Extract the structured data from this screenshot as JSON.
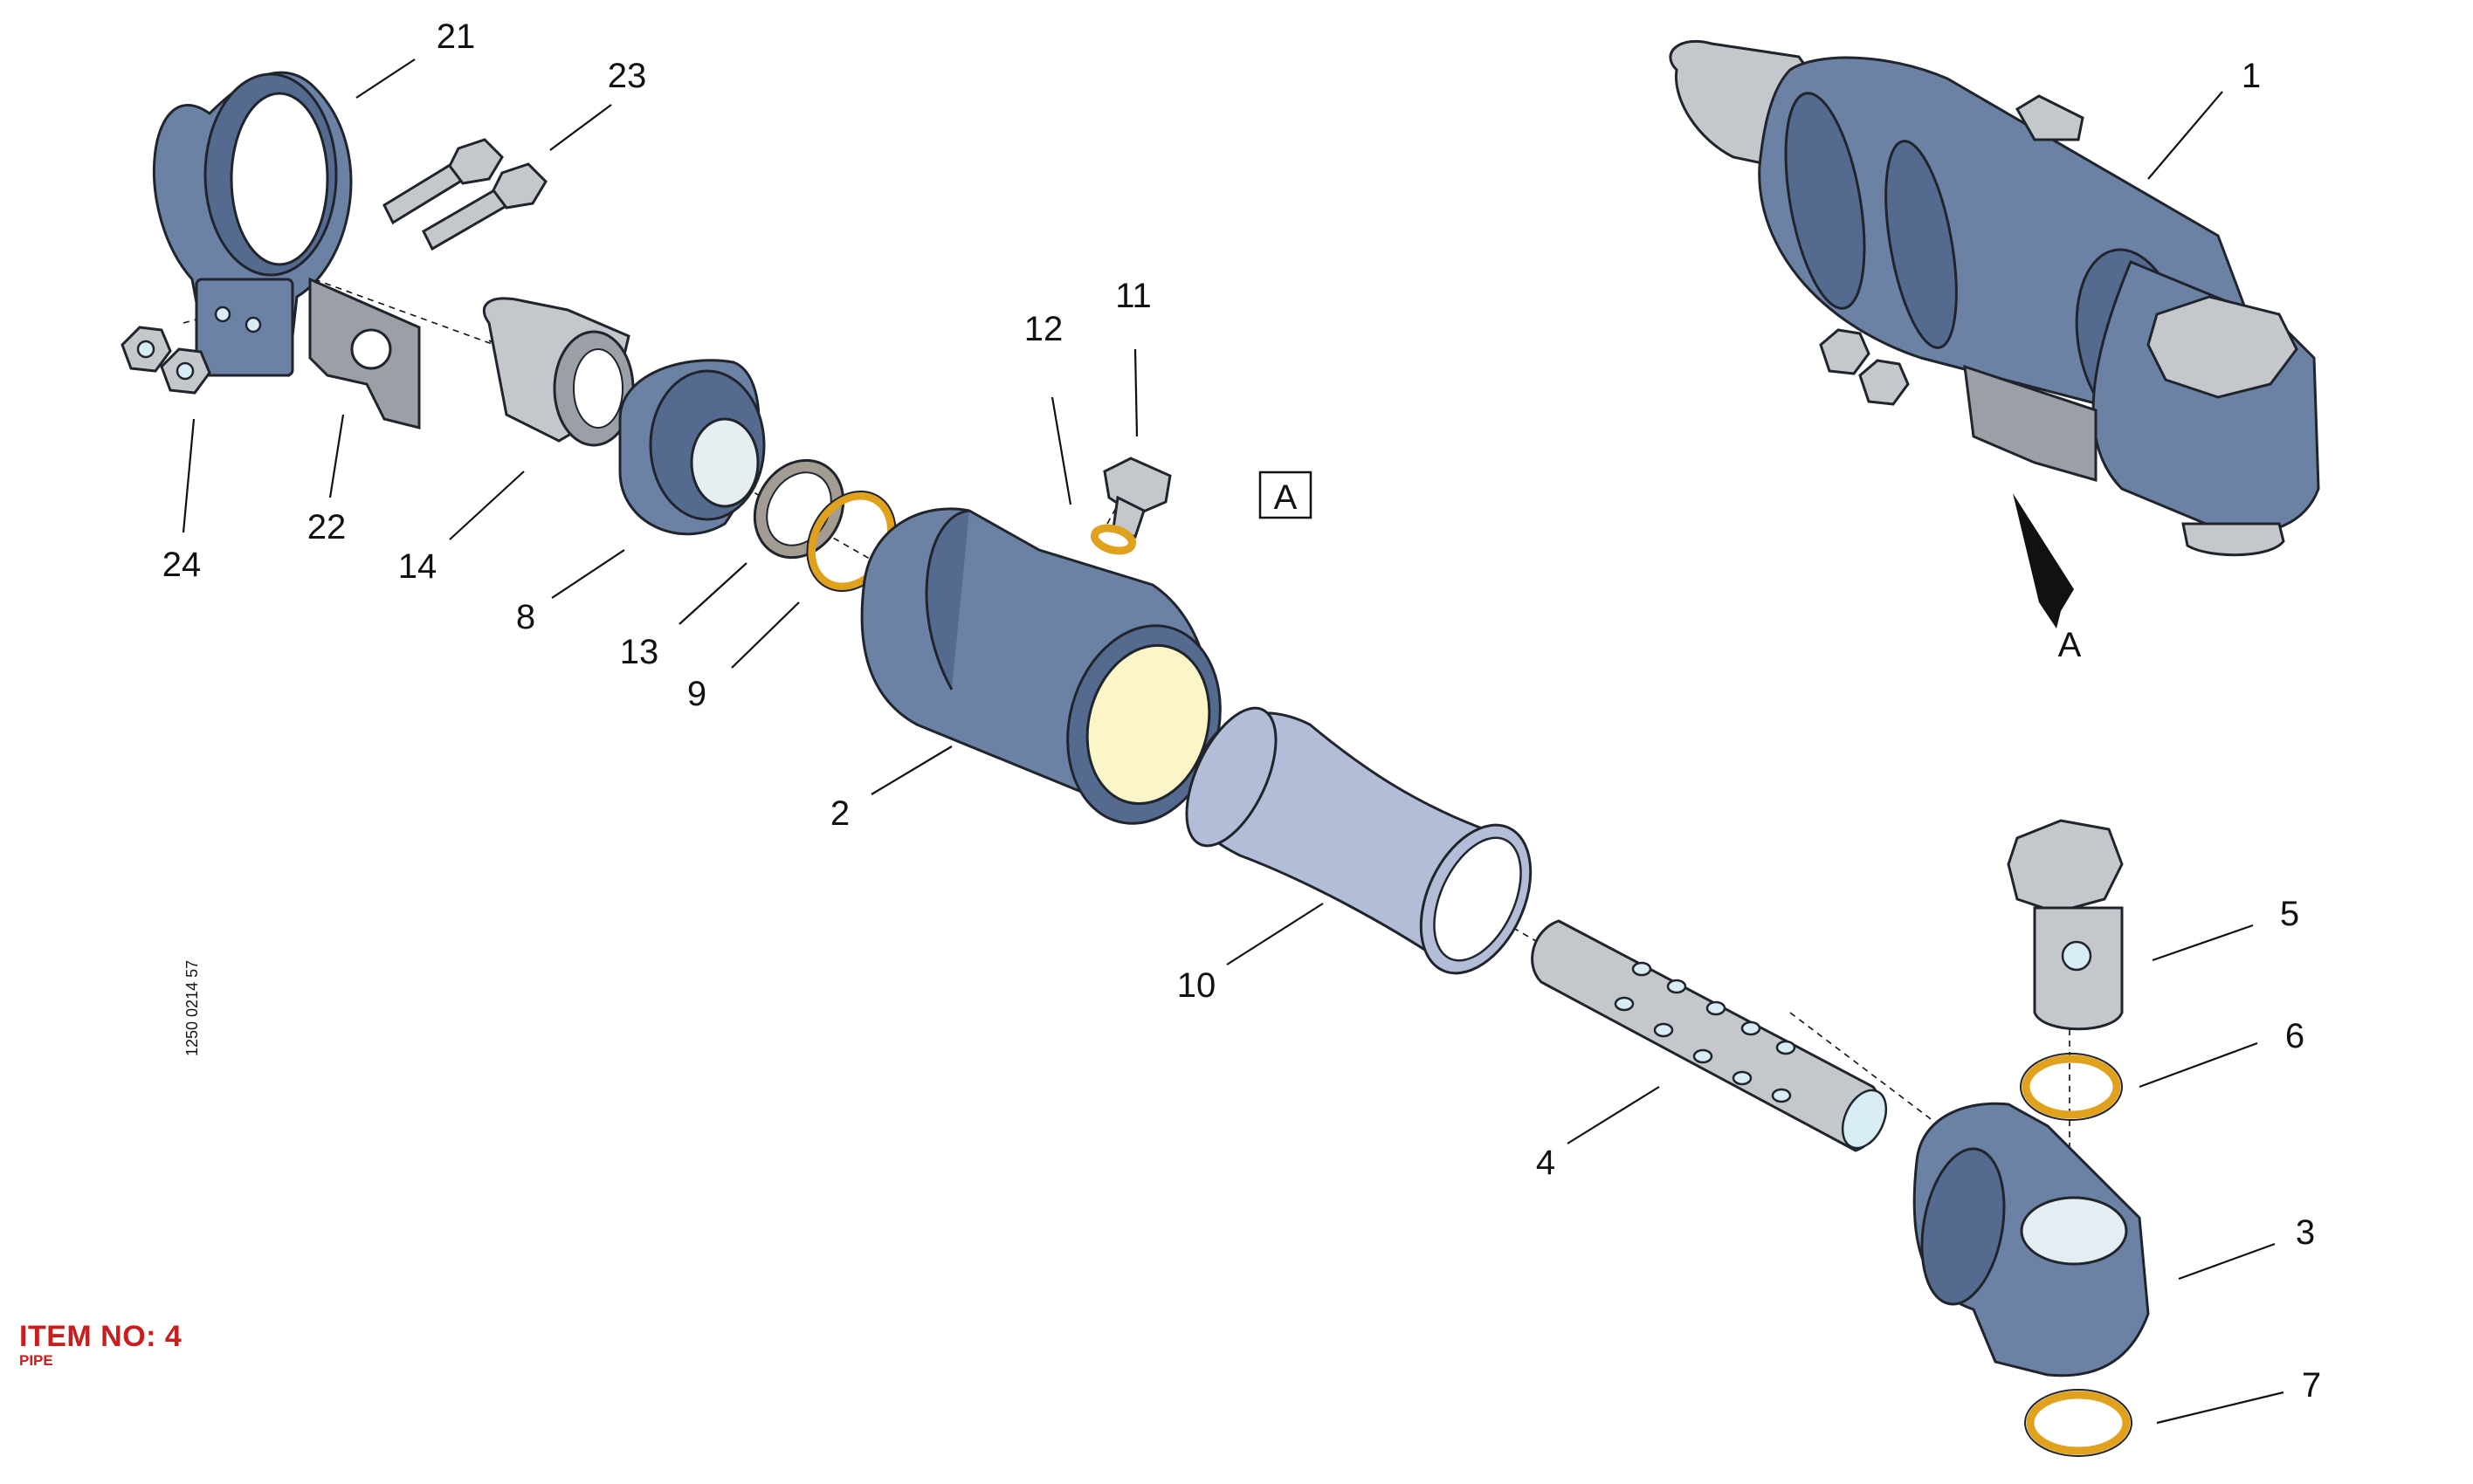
{
  "view_label": "A",
  "view_arrow_label": "A",
  "drawing_number": "1250 0214 57",
  "item_note": {
    "title": "ITEM NO: 4",
    "subtitle": "PIPE"
  },
  "callouts": [
    "1",
    "2",
    "3",
    "4",
    "5",
    "6",
    "7",
    "8",
    "9",
    "10",
    "11",
    "12",
    "13",
    "14",
    "21",
    "22",
    "23",
    "24"
  ],
  "colors": {
    "part_blue": "#6b82a5",
    "steel_grey": "#c4c8cc",
    "gasket_gold": "#e0a11c",
    "pipe_lavender": "#b4bdd8",
    "note_red": "#c81e1e"
  }
}
